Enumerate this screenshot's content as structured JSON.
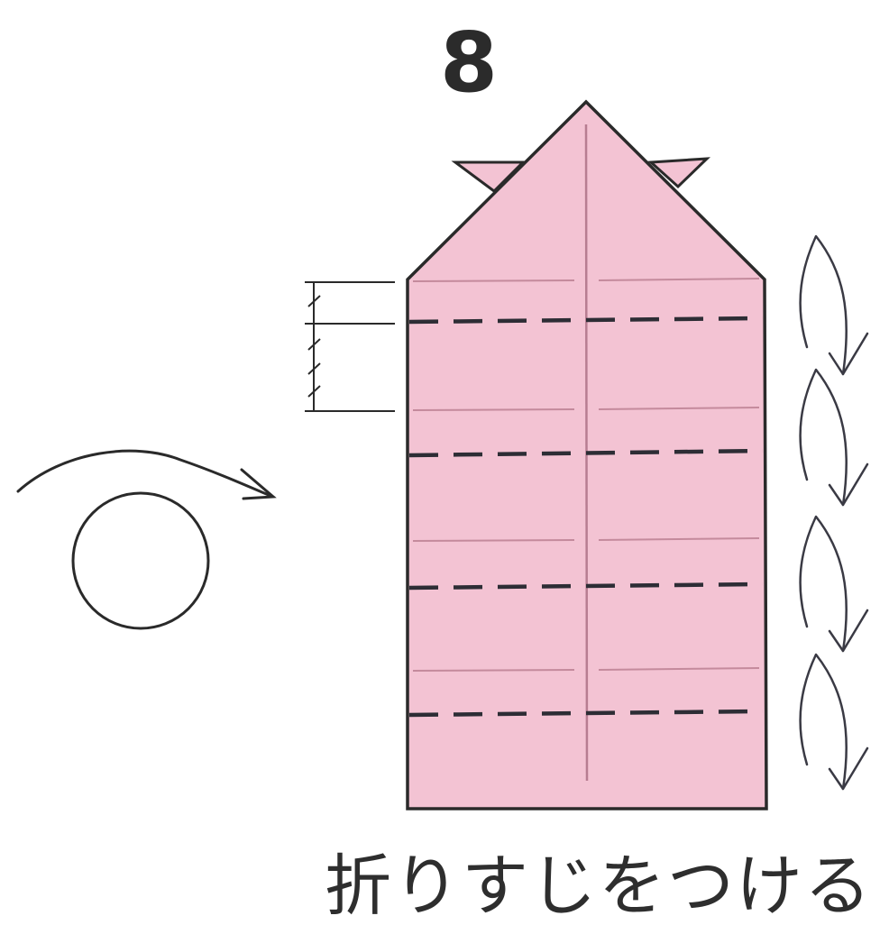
{
  "step": {
    "number": "8"
  },
  "instruction": {
    "text": "折りすじをつける"
  },
  "colors": {
    "paper_fill": "#f3c3d3",
    "paper_outline": "#2a2a2a",
    "crease_line": "#c48a9c",
    "valley_fold_dash": "#2d2d35",
    "arrow_stroke": "#3a3a44",
    "turn_over_stroke": "#2a2a2a"
  },
  "symbols": {
    "turn_over": "turn-over-symbol",
    "fold_arrows": "fold-and-unfold-arrows",
    "equal_division_marker": "equal-division-marks"
  },
  "diagram": {
    "valley_fold_count": 4,
    "existing_crease_count": 4,
    "fold_arrow_count": 4
  }
}
